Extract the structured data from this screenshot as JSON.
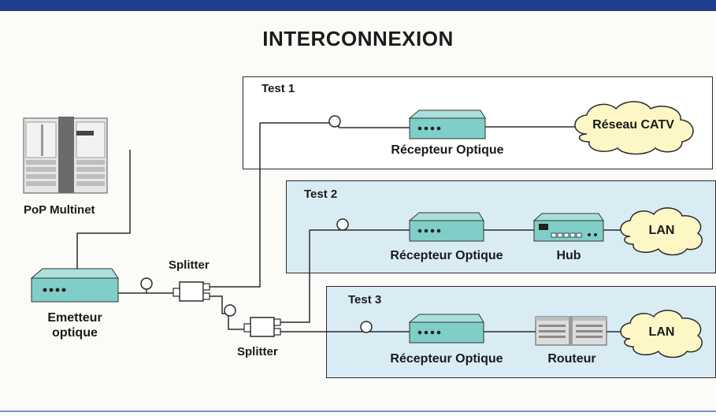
{
  "title": "INTERCONNEXION",
  "nodes": {
    "pop": "PoP Multinet",
    "emetteur_line1": "Emetteur",
    "emetteur_line2": "optique",
    "splitter1": "Splitter",
    "splitter2": "Splitter"
  },
  "tests": [
    {
      "label": "Test 1",
      "receiver": "Récepteur Optique",
      "device": "",
      "cloud": "Réseau CATV",
      "bg": "#ffffff"
    },
    {
      "label": "Test 2",
      "receiver": "Récepteur Optique",
      "device": "Hub",
      "cloud": "LAN",
      "bg": "#d9ecf4"
    },
    {
      "label": "Test 3",
      "receiver": "Récepteur Optique",
      "device": "Routeur",
      "cloud": "LAN",
      "bg": "#d9ecf4"
    }
  ],
  "colors": {
    "header_bar": "#1f3f8c",
    "device_teal": "#7fcfc8",
    "cloud_fill": "#fdf7c6",
    "panel_fill": "#d9ecf4"
  },
  "icons": [
    "pop-rack-icon",
    "emitter-device-icon",
    "receiver-device-icon",
    "hub-device-icon",
    "router-device-icon",
    "cloud-icon",
    "fiber-loop-icon",
    "splitter-icon"
  ]
}
